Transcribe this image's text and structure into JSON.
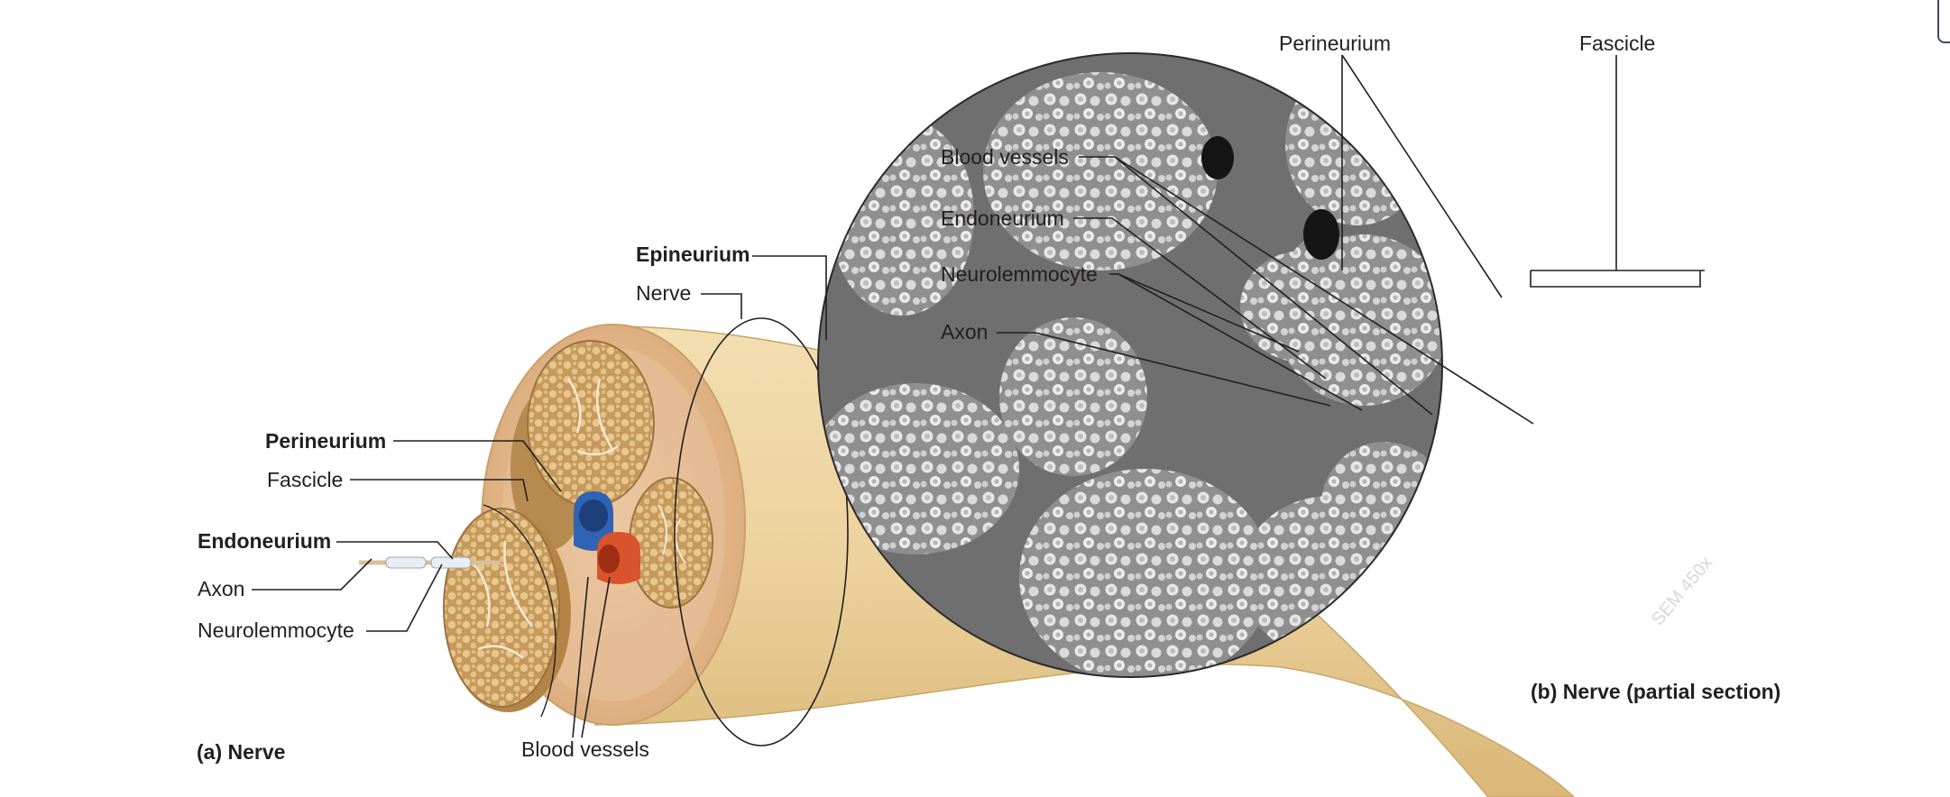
{
  "panel_a": {
    "caption": "(a) Nerve",
    "labels": {
      "epineurium": "Epineurium",
      "nerve": "Nerve",
      "perineurium": "Perineurium",
      "fascicle": "Fascicle",
      "endoneurium": "Endoneurium",
      "axon": "Axon",
      "neurolemmocyte": "Neurolemmocyte",
      "blood_vessels": "Blood vessels"
    }
  },
  "panel_b": {
    "caption": "(b) Nerve (partial section)",
    "magnification": "SEM 450x",
    "labels": {
      "perineurium": "Perineurium",
      "fascicle": "Fascicle",
      "blood_vessels": "Blood vessels",
      "endoneurium": "Endoneurium",
      "neurolemmocyte": "Neurolemmocyte",
      "axon": "Axon"
    }
  },
  "colors": {
    "nerve_tan": "#e9cc93",
    "fascicle_brown": "#c69a5c",
    "vein_blue": "#2f63b3",
    "artery_red": "#d9532c",
    "sem_gray": "#8a8a8a"
  }
}
